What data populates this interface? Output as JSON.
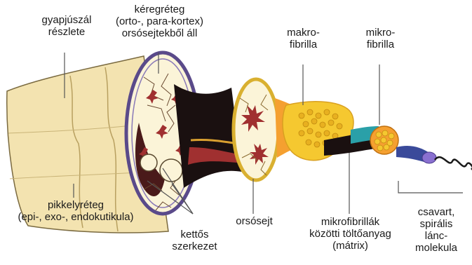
{
  "labels": {
    "hair_section": [
      "gyapjúszál",
      "részlete"
    ],
    "cortex": [
      "kéregréteg",
      "(orto-, para-kortex)",
      "orsósejtekből áll"
    ],
    "macrofibril": [
      "makro-",
      "fibrilla"
    ],
    "microfibril": [
      "mikro-",
      "fibrilla"
    ],
    "cuticle": [
      "pikkelyréteg",
      "(epi-, exo-, endokutikula)"
    ],
    "double_structure": [
      "kettős",
      "szerkezet"
    ],
    "spindle_cell": [
      "orsósejt"
    ],
    "matrix": [
      "mikrofibrillák",
      "közötti töltőanyag",
      "(mátrix)"
    ],
    "chain_molecule": [
      "csavart,",
      "spirális",
      "lánc-",
      "molekula"
    ]
  },
  "colors": {
    "wool": "#f3e3b0",
    "wool_shadow": "#d9c48a",
    "cortex_bg": "#fbf4d8",
    "cortex_ring": "#5a4a8a",
    "dark_cells": "#4a1a1a",
    "spindle_red": "#a03030",
    "cone_black": "#1a1010",
    "macro_orange": "#f5a030",
    "macro_yellow": "#f5c830",
    "micro_teal": "#2aa0a8",
    "micro_blue": "#3a4a9a",
    "helix_purple": "#8a70d0"
  }
}
